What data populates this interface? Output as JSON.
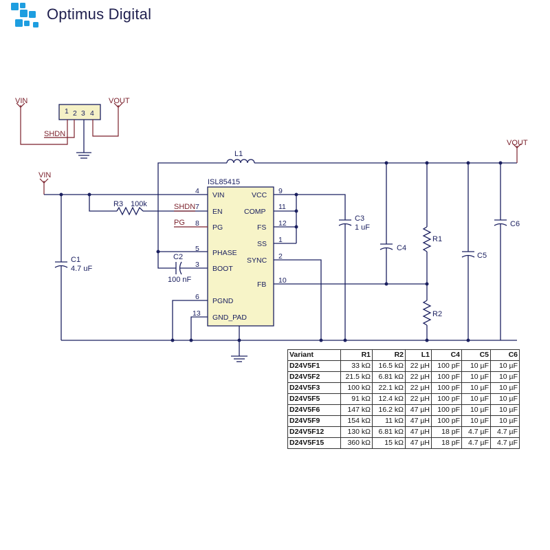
{
  "brand": {
    "name": "Optimus Digital",
    "logo_color": "#1e9ee0"
  },
  "schematic": {
    "ic_name": "ISL85415",
    "ic_pins_left": [
      {
        "num": "4",
        "name": "VIN"
      },
      {
        "num": "7",
        "name": "EN"
      },
      {
        "num": "8",
        "name": "PG"
      },
      {
        "num": "5",
        "name": "PHASE"
      },
      {
        "num": "3",
        "name": "BOOT"
      },
      {
        "num": "6",
        "name": "PGND"
      },
      {
        "num": "13",
        "name": "GND_PAD"
      }
    ],
    "ic_pins_right": [
      {
        "num": "9",
        "name": "VCC"
      },
      {
        "num": "11",
        "name": "COMP"
      },
      {
        "num": "12",
        "name": "FS"
      },
      {
        "num": "1",
        "name": "SS"
      },
      {
        "num": "2",
        "name": "SYNC"
      },
      {
        "num": "10",
        "name": "FB"
      }
    ],
    "header": {
      "pins": [
        "1",
        "2",
        "3",
        "4"
      ]
    },
    "nets": {
      "vin_header": "VIN",
      "vout_header": "VOUT",
      "shdn_header": "SHDN",
      "vin_main": "VIN",
      "vout_main": "VOUT",
      "shdn_en": "SHDN",
      "pg": "PG"
    },
    "parts": {
      "l1": "L1",
      "r3": "R3",
      "r3_value": "100k",
      "c1": "C1",
      "c1_value": "4.7 uF",
      "c2": "C2",
      "c2_value": "100 nF",
      "c3": "C3",
      "c3_value": "1 uF",
      "c4": "C4",
      "c5": "C5",
      "c6": "C6",
      "r1": "R1",
      "r2": "R2"
    }
  },
  "bom": {
    "headers": [
      "Variant",
      "R1",
      "R2",
      "L1",
      "C4",
      "C5",
      "C6"
    ],
    "rows": [
      [
        "D24V5F1",
        "33 kΩ",
        "16.5 kΩ",
        "22 µH",
        "100 pF",
        "10 µF",
        "10 µF"
      ],
      [
        "D24V5F2",
        "21.5 kΩ",
        "6.81 kΩ",
        "22 µH",
        "100 pF",
        "10 µF",
        "10 µF"
      ],
      [
        "D24V5F3",
        "100 kΩ",
        "22.1 kΩ",
        "22 µH",
        "100 pF",
        "10 µF",
        "10 µF"
      ],
      [
        "D24V5F5",
        "91 kΩ",
        "12.4 kΩ",
        "22 µH",
        "100 pF",
        "10 µF",
        "10 µF"
      ],
      [
        "D24V5F6",
        "147 kΩ",
        "16.2 kΩ",
        "47 µH",
        "100 pF",
        "10 µF",
        "10 µF"
      ],
      [
        "D24V5F9",
        "154 kΩ",
        "11 kΩ",
        "47 µH",
        "100 pF",
        "10 µF",
        "10 µF"
      ],
      [
        "D24V5F12",
        "130 kΩ",
        "6.81 kΩ",
        "47 µH",
        "18 pF",
        "4.7 µF",
        "4.7 µF"
      ],
      [
        "D24V5F15",
        "360 kΩ",
        "15 kΩ",
        "47 µH",
        "18 pF",
        "4.7 µF",
        "4.7 µF"
      ]
    ]
  }
}
